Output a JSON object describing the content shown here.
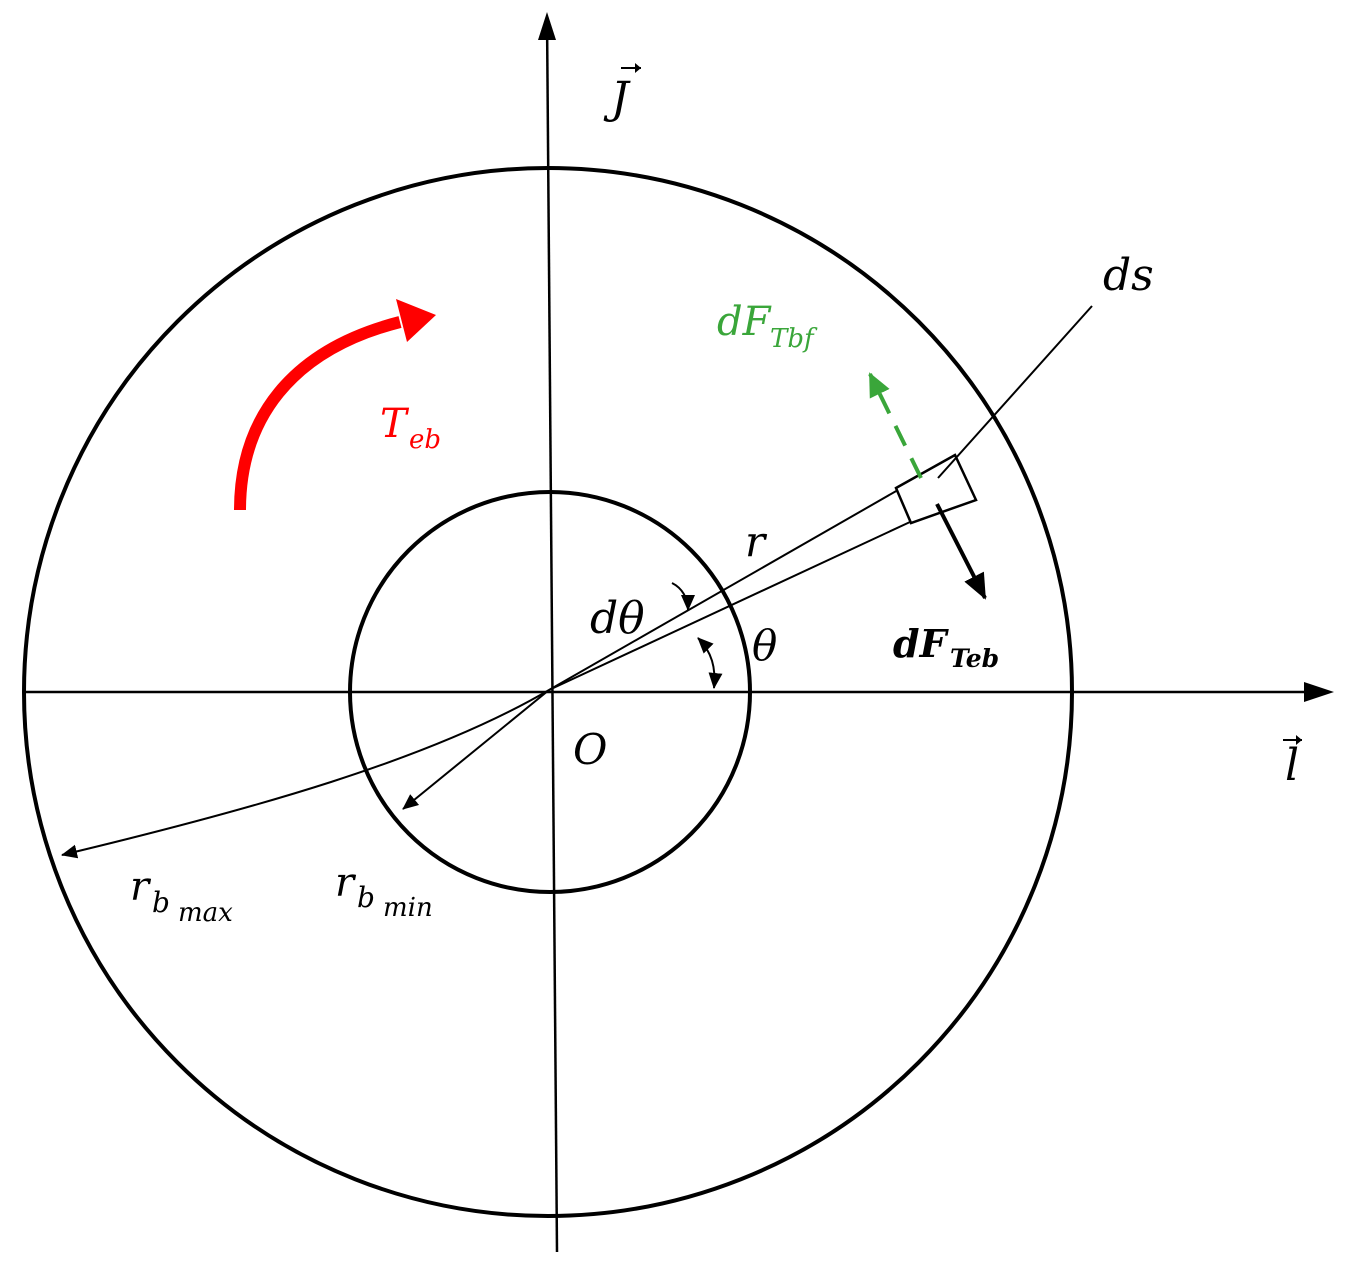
{
  "labels": {
    "j_axis": "J",
    "i_axis": "l",
    "origin": "O",
    "r": "r",
    "theta": "θ",
    "dtheta": "dθ",
    "ds": "ds",
    "teb_main": "T",
    "teb_sub": "eb",
    "dftbf_main": "dF",
    "dftbf_sub": "Tbf",
    "dfteb_main": "dF",
    "dfteb_sub": "Teb",
    "rbmax_main": "r",
    "rbmax_sub1": "b",
    "rbmax_sub2": "max",
    "rbmin_main": "r",
    "rbmin_sub1": "b",
    "rbmin_sub2": "min"
  },
  "colors": {
    "stroke": "#000000",
    "torque": "#ff0000",
    "friction": "#3aa63a"
  }
}
